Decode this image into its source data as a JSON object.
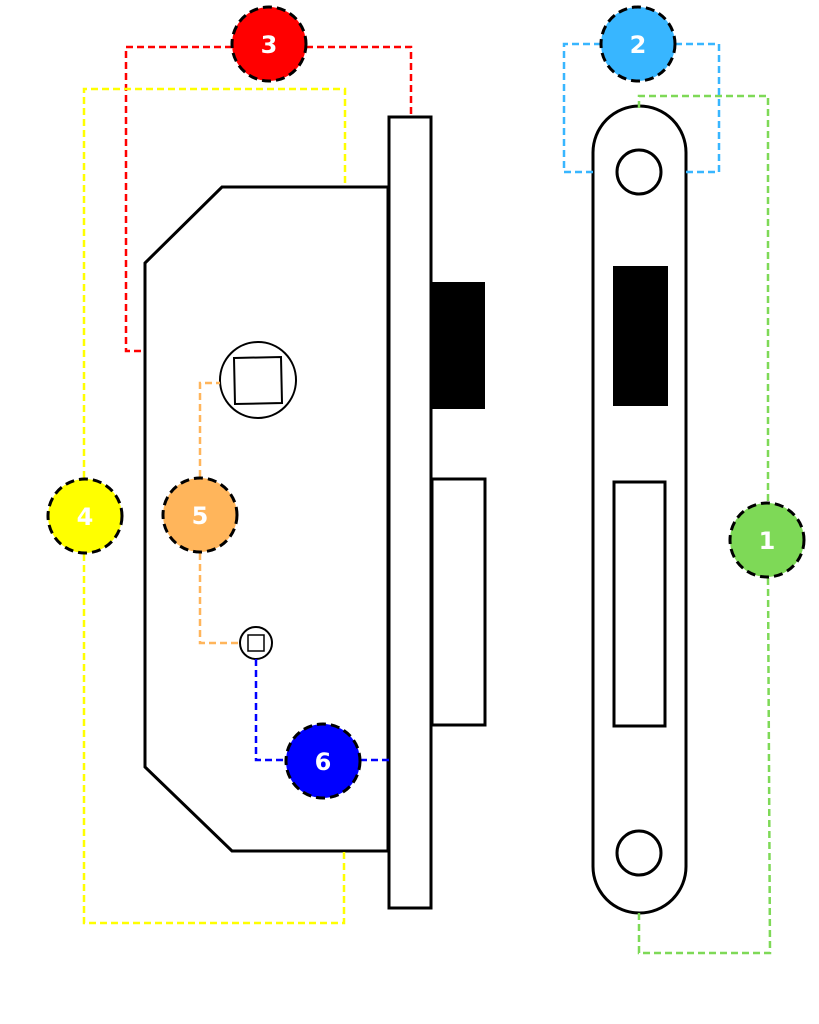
{
  "colors": {
    "marker_1": "#7ed957",
    "marker_2": "#38b6ff",
    "marker_3": "#ff0000",
    "marker_4": "#ffff00",
    "marker_5": "#ffb55b",
    "marker_6": "#0000ff"
  },
  "markers": [
    {
      "id": "1",
      "label": "1"
    },
    {
      "id": "2",
      "label": "2"
    },
    {
      "id": "3",
      "label": "3"
    },
    {
      "id": "4",
      "label": "4"
    },
    {
      "id": "5",
      "label": "5"
    },
    {
      "id": "6",
      "label": "6"
    }
  ]
}
